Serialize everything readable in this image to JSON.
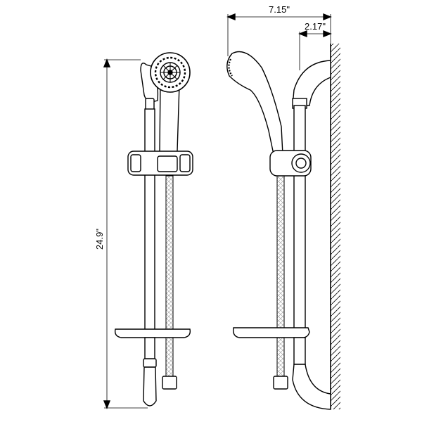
{
  "dimensions": {
    "overall_height": "24.9\"",
    "overall_depth": "7.15\"",
    "wall_offset": "2.17\""
  }
}
